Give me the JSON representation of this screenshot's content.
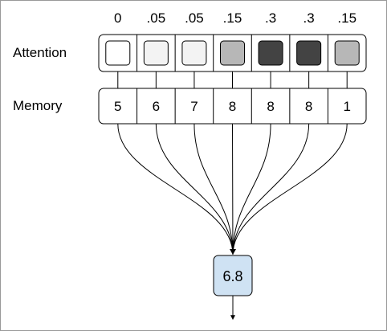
{
  "diagram": {
    "attention_label": "Attention",
    "memory_label": "Memory",
    "attention_weights": [
      {
        "label": "0",
        "value": 0,
        "fill": "#ffffff"
      },
      {
        "label": ".05",
        "value": 0.05,
        "fill": "#f3f3f3"
      },
      {
        "label": ".05",
        "value": 0.05,
        "fill": "#f3f3f3"
      },
      {
        "label": ".15",
        "value": 0.15,
        "fill": "#b7b7b7"
      },
      {
        "label": ".3",
        "value": 0.3,
        "fill": "#434343"
      },
      {
        "label": ".3",
        "value": 0.3,
        "fill": "#434343"
      },
      {
        "label": ".15",
        "value": 0.15,
        "fill": "#b7b7b7"
      }
    ],
    "memory_values": [
      "5",
      "6",
      "7",
      "8",
      "8",
      "8",
      "1"
    ],
    "output_value": "6.8",
    "colors": {
      "output_fill": "#cfe2f3",
      "border": "#000000",
      "frame": "#999999"
    }
  }
}
